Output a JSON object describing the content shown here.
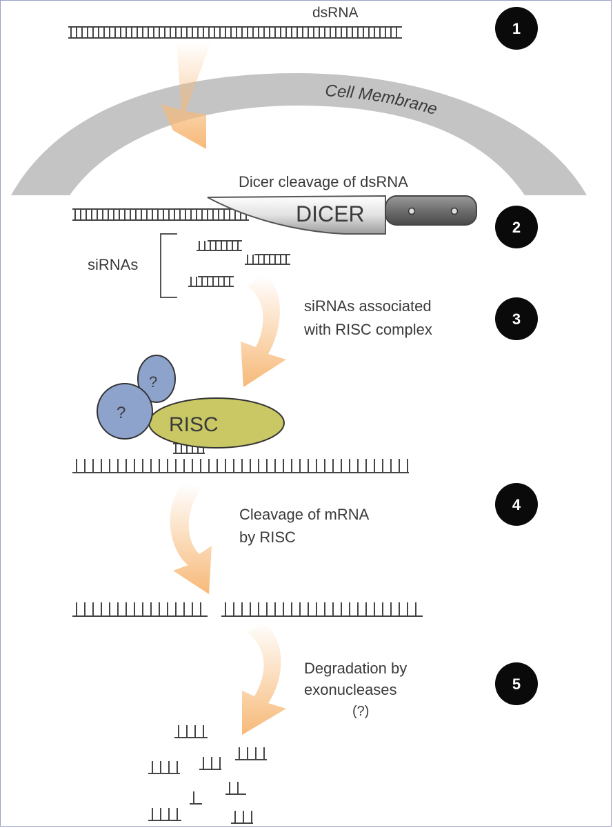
{
  "labels": {
    "dsrna": "dsRNA",
    "cell_membrane": "Cell Membrane",
    "dicer_cleavage": "Dicer cleavage of dsRNA",
    "dicer": "DICER",
    "sirnas": "siRNAs",
    "sirnas_associated_line1": "siRNAs associated",
    "sirnas_associated_line2": "with RISC complex",
    "risc": "RISC",
    "unknown_protein": "?",
    "cleavage_line1": "Cleavage of mRNA",
    "cleavage_line2": "by RISC",
    "degradation_line1": "Degradation by",
    "degradation_line2": "exonucleases",
    "degradation_line3": "(?)"
  },
  "steps": [
    "1",
    "2",
    "3",
    "4",
    "5"
  ],
  "colors": {
    "membrane": "#c4c4c4",
    "arrow": "#f7b978",
    "risc": "#c9c865",
    "protein": "#8ea3cc",
    "step_circle": "#0a0a0a",
    "strand": "#444444"
  }
}
